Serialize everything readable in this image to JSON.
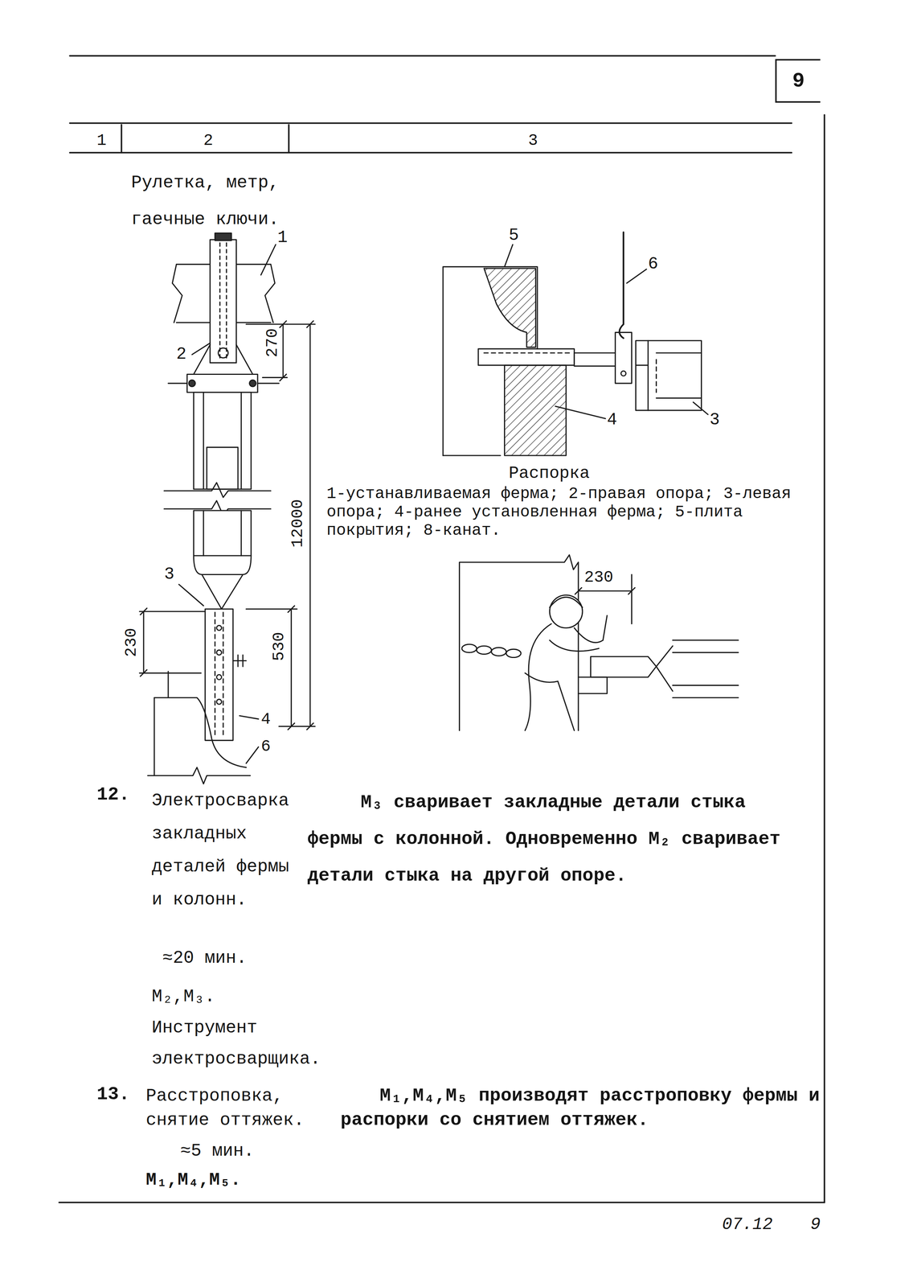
{
  "diagram": {
    "nodes": [
      {
        "text": [
          "9"
        ]
      }
    ],
    "labels": [
      "1",
      "2",
      "3",
      "Рулетка, метр, гаечные ключи.",
      "1",
      "2",
      "270",
      "12000",
      "3",
      "230",
      "530",
      "4",
      "6",
      "5",
      "6",
      "4",
      "3",
      "Распорка",
      "1-устанавливаемая ферма; 2-правая опора; 3-левая опора; 4-ранее установленная ферма; 5-плита покрытия; 8-канат.",
      "230",
      "12.",
      "Электросварка закладных деталей фермы и колонн.",
      "≈20 мин.",
      "М₂,М₃. Инструмент электросварщика.",
      "М₃ сваривает закладные детали стыка фермы с колонной. Одновременно М₂ сваривает детали стыка на другой опоре.",
      "13.",
      "Расстроповка, снятие оттяжек.",
      "М₁,М₄,М₅ производят расстроповку фермы и распорки со снятием оттяжек.",
      "≈5 мин.",
      "М₁,М₄,М₅.",
      "07.12",
      "9"
    ]
  }
}
